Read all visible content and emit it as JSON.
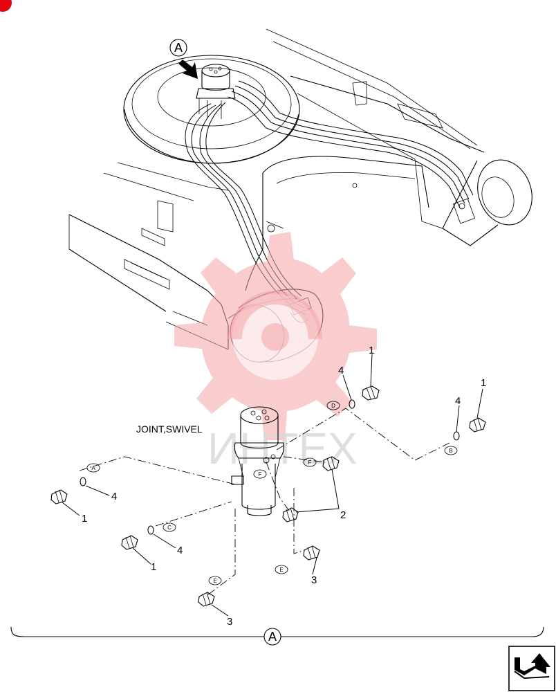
{
  "diagram": {
    "view_label": "A",
    "component_title": "JOINT,SWIVEL",
    "watermark_text": "ИНТЕХ",
    "callouts": [
      {
        "id": "c1a",
        "number": "1"
      },
      {
        "id": "c4a",
        "number": "4"
      },
      {
        "id": "c1b",
        "number": "1"
      },
      {
        "id": "c4b",
        "number": "4"
      },
      {
        "id": "c1c",
        "number": "1"
      },
      {
        "id": "c4c",
        "number": "4"
      },
      {
        "id": "c1d",
        "number": "1"
      },
      {
        "id": "c4d",
        "number": "4"
      },
      {
        "id": "c2",
        "number": "2"
      },
      {
        "id": "c3a",
        "number": "3"
      },
      {
        "id": "c3b",
        "number": "3"
      }
    ],
    "port_tags": [
      "A",
      "B",
      "C",
      "D",
      "E",
      "E",
      "F",
      "F"
    ],
    "accent_color": "#e30613",
    "watermark_color": "#f4a3a5"
  }
}
